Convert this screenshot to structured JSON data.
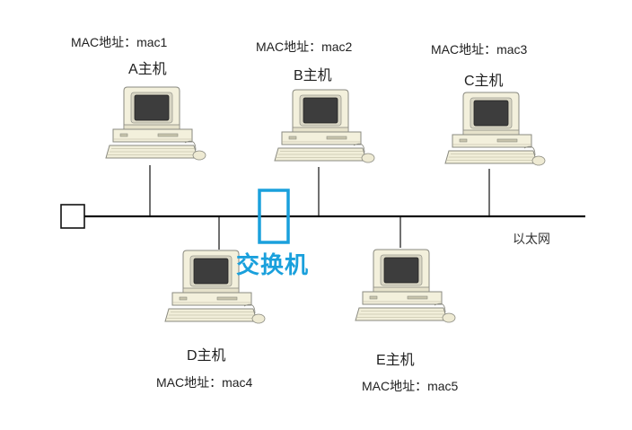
{
  "network": {
    "ethernet_label": "以太网",
    "switch_label": "交换机",
    "switch_color": "#1aa0dc"
  },
  "hosts": [
    {
      "id": "A",
      "name": "A主机",
      "mac": "MAC地址：mac1",
      "side": "top"
    },
    {
      "id": "B",
      "name": "B主机",
      "mac": "MAC地址：mac2",
      "side": "top"
    },
    {
      "id": "C",
      "name": "C主机",
      "mac": "MAC地址：mac3",
      "side": "top"
    },
    {
      "id": "D",
      "name": "D主机",
      "mac": "MAC地址：mac4",
      "side": "bottom"
    },
    {
      "id": "E",
      "name": "E主机",
      "mac": "MAC地址：mac5",
      "side": "bottom"
    }
  ]
}
